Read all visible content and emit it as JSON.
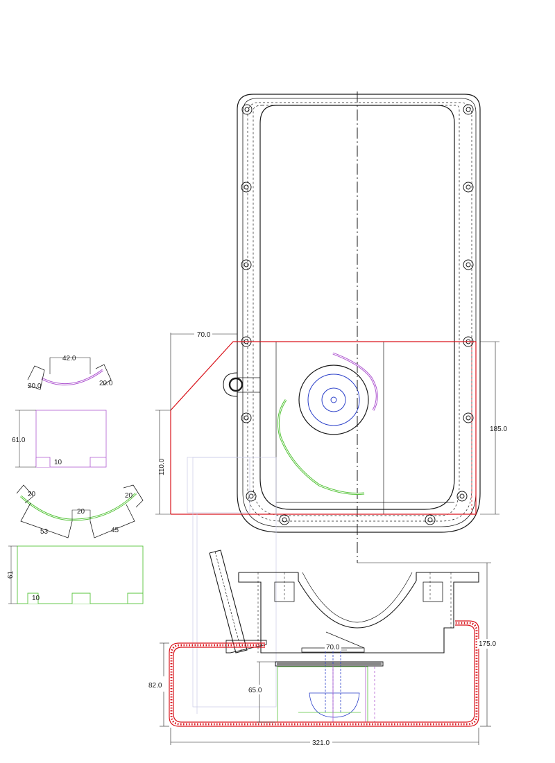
{
  "dimensions": {
    "top_width": "70.0",
    "height_right": "185.0",
    "height_left": "110.0",
    "pipe_dia": "70.0",
    "sump_height": "82.0",
    "pickup_height": "65.0",
    "total_height": "175.0",
    "total_length": "321.0"
  },
  "baffle_purple": {
    "arc_width": "42.0",
    "end_left": "20.0",
    "end_right": "20.0",
    "height": "61.0",
    "notch": "10"
  },
  "baffle_green": {
    "end_left": "20",
    "center": "20",
    "end_right": "20",
    "seg_left": "53",
    "seg_right": "45",
    "height": "61",
    "notch": "10"
  },
  "colors": {
    "outline": "#1a1a1a",
    "red": "#d9141c",
    "green": "#57c43b",
    "purple": "#b05ad1",
    "blue": "#2a3fc9"
  }
}
